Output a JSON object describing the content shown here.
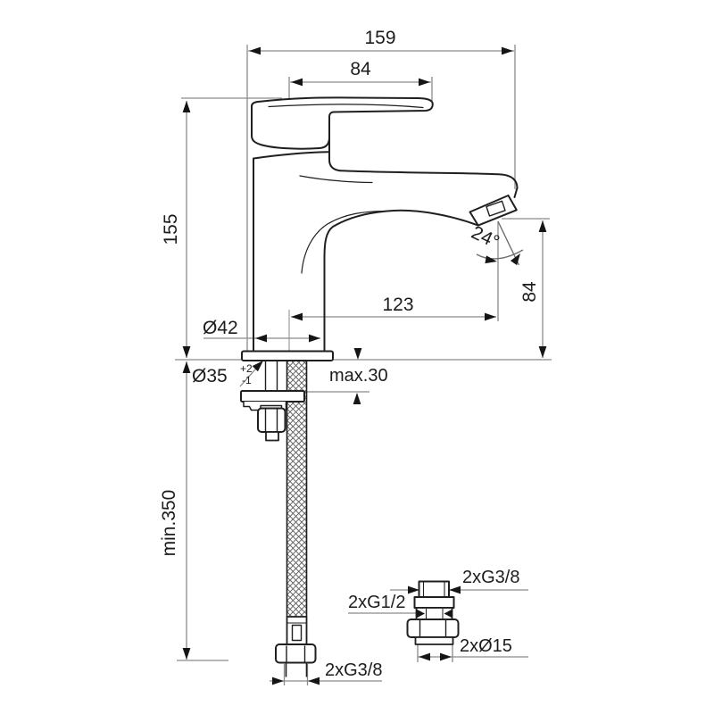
{
  "drawing": {
    "colors": {
      "outline": "#1f1f1f",
      "dimension_line": "#8a8a8a",
      "arrow": "#151515",
      "text": "#1c1c1c",
      "background": "#ffffff"
    },
    "labels": {
      "overall_width": "159",
      "handle_length": "84",
      "total_height": "155",
      "body_diameter": "Ø42",
      "spout_reach": "123",
      "spout_angle": "24°",
      "spout_height": "84",
      "max_deck_thickness": "max.30",
      "hole_diameter": "Ø35",
      "hole_tolerance_plus": "+2",
      "hole_tolerance_minus": "-1",
      "min_hose_length": "min.350",
      "hose_connection": "2xG3/8",
      "adapter_connection_small": "2xG3/8",
      "adapter_connection_large": "2xG1/2",
      "adapter_pipe_diameter": "2xØ15"
    }
  }
}
